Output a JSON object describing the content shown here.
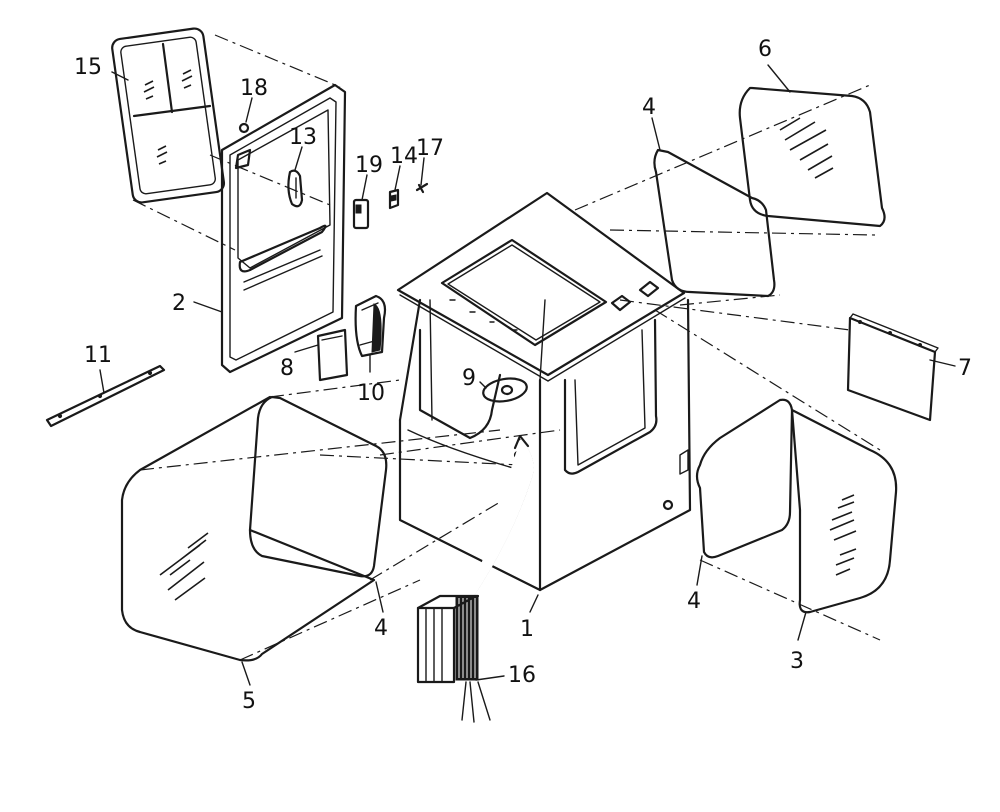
{
  "labels": {
    "p1": "1",
    "p2": "2",
    "p3": "3",
    "p4a": "4",
    "p4b": "4",
    "p4c": "4",
    "p5": "5",
    "p6": "6",
    "p7": "7",
    "p8": "8",
    "p9": "9",
    "p10": "10",
    "p11": "11",
    "p13": "13",
    "p14": "14",
    "p15": "15",
    "p16": "16",
    "p17": "17",
    "p18": "18",
    "p19": "19"
  },
  "colors": {
    "ink": "#1a1a1a",
    "paper": "#ffffff"
  }
}
